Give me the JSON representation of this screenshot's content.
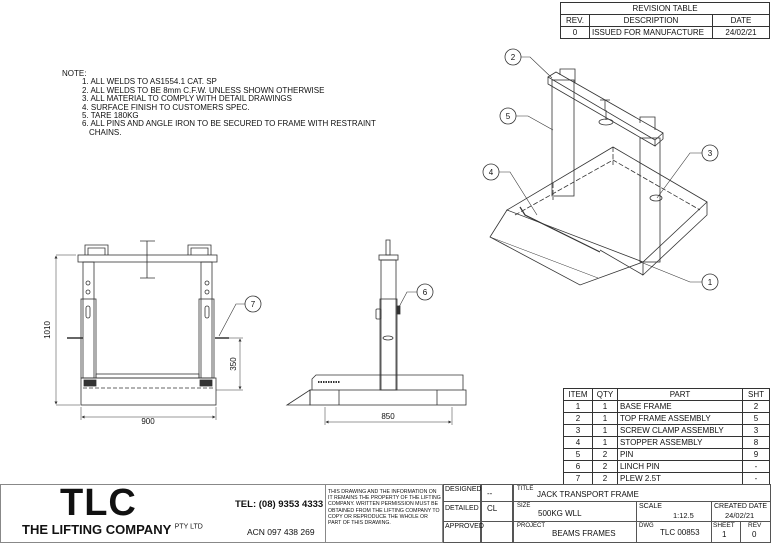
{
  "revision_table": {
    "title": "REVISION TABLE",
    "headers": [
      "REV.",
      "DESCRIPTION",
      "DATE"
    ],
    "rows": [
      [
        "0",
        "ISSUED FOR MANUFACTURE",
        "24/02/21"
      ]
    ]
  },
  "notes": {
    "heading": "NOTE:",
    "items": [
      "1. ALL WELDS TO AS1554.1 CAT. SP",
      "2. ALL WELDS TO BE 8mm C.F.W. UNLESS SHOWN OTHERWISE",
      "3. ALL MATERIAL TO COMPLY WITH DETAIL DRAWINGS",
      "4. SURFACE FINISH TO CUSTOMERS SPEC.",
      "5. TARE 180KG",
      "6. ALL PINS AND ANGLE IRON TO BE SECURED TO FRAME WITH RESTRAINT CHAINS."
    ]
  },
  "dimensions": {
    "height": "1010",
    "width_front": "900",
    "pin_height": "350",
    "width_side": "850"
  },
  "balloons": [
    "1",
    "2",
    "3",
    "4",
    "5",
    "6",
    "7"
  ],
  "parts_table": {
    "headers": [
      "ITEM",
      "QTY",
      "PART",
      "SHT"
    ],
    "rows": [
      [
        "1",
        "1",
        "BASE FRAME",
        "2"
      ],
      [
        "2",
        "1",
        "TOP FRAME ASSEMBLY",
        "5"
      ],
      [
        "3",
        "1",
        "SCREW CLAMP ASSEMBLY",
        "3"
      ],
      [
        "4",
        "1",
        "STOPPER ASSEMBLY",
        "8"
      ],
      [
        "5",
        "2",
        "PIN",
        "9"
      ],
      [
        "6",
        "2",
        "LINCH PIN",
        "-"
      ],
      [
        "7",
        "2",
        "PLEW 2.5T",
        "-"
      ]
    ]
  },
  "title_block": {
    "logo": "TLC",
    "company": "THE LIFTING COMPANY",
    "company_suffix": "PTY LTD",
    "tel": "TEL: (08) 9353 4333",
    "acn": "ACN 097 438 269",
    "disclaimer": "THIS DRAWING AND THE INFORMATION ON IT REMAINS THE PROPERTY OF THE LIFTING COMPANY. WRITTEN PERMISSION MUST BE OBTAINED FROM THE LIFTING COMPANY TO COPY OR REPRODUCE THE WHOLE OR PART OF THIS DRAWING.",
    "designed_label": "DESIGNED",
    "designed_value": "--",
    "detailed_label": "DETAILED",
    "detailed_value": "CL",
    "approved_label": "APPROVED",
    "approved_value": "",
    "title_label": "TITLE",
    "title_value": "JACK TRANSPORT FRAME",
    "size_label": "SIZE",
    "size_value": "500KG WLL",
    "scale_label": "SCALE",
    "scale_value": "1:12.5",
    "created_label": "CREATED DATE",
    "created_value": "24/02/21",
    "project_label": "PROJECT",
    "project_value": "BEAMS FRAMES",
    "dwg_label": "DWG",
    "dwg_value": "TLC 00853",
    "sheet_label": "SHEET",
    "sheet_value": "1",
    "rev_label": "REV",
    "rev_value": "0"
  }
}
